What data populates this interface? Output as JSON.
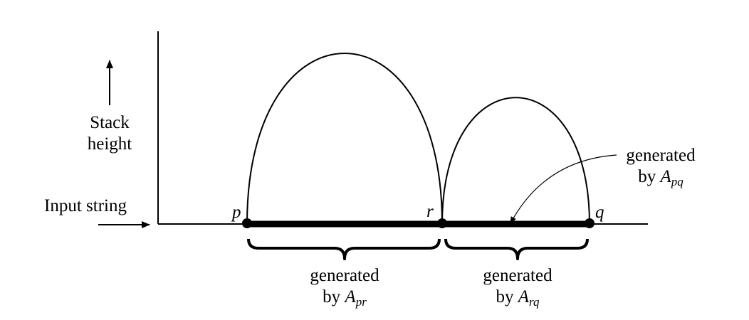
{
  "labels": {
    "stack_line1": "Stack",
    "stack_line2": "height",
    "input": "Input string",
    "p": "p",
    "r": "r",
    "q": "q",
    "pr_line1": "generated",
    "pr_by": "by ",
    "pr_A": "A",
    "pr_sub": "pr",
    "rq_line1": "generated",
    "rq_by": "by ",
    "rq_A": "A",
    "rq_sub": "rq",
    "pq_line1": "generated",
    "pq_by": "by ",
    "pq_A": "A",
    "pq_sub": "pq"
  },
  "colors": {
    "ink": "#000000",
    "background": "#ffffff"
  }
}
